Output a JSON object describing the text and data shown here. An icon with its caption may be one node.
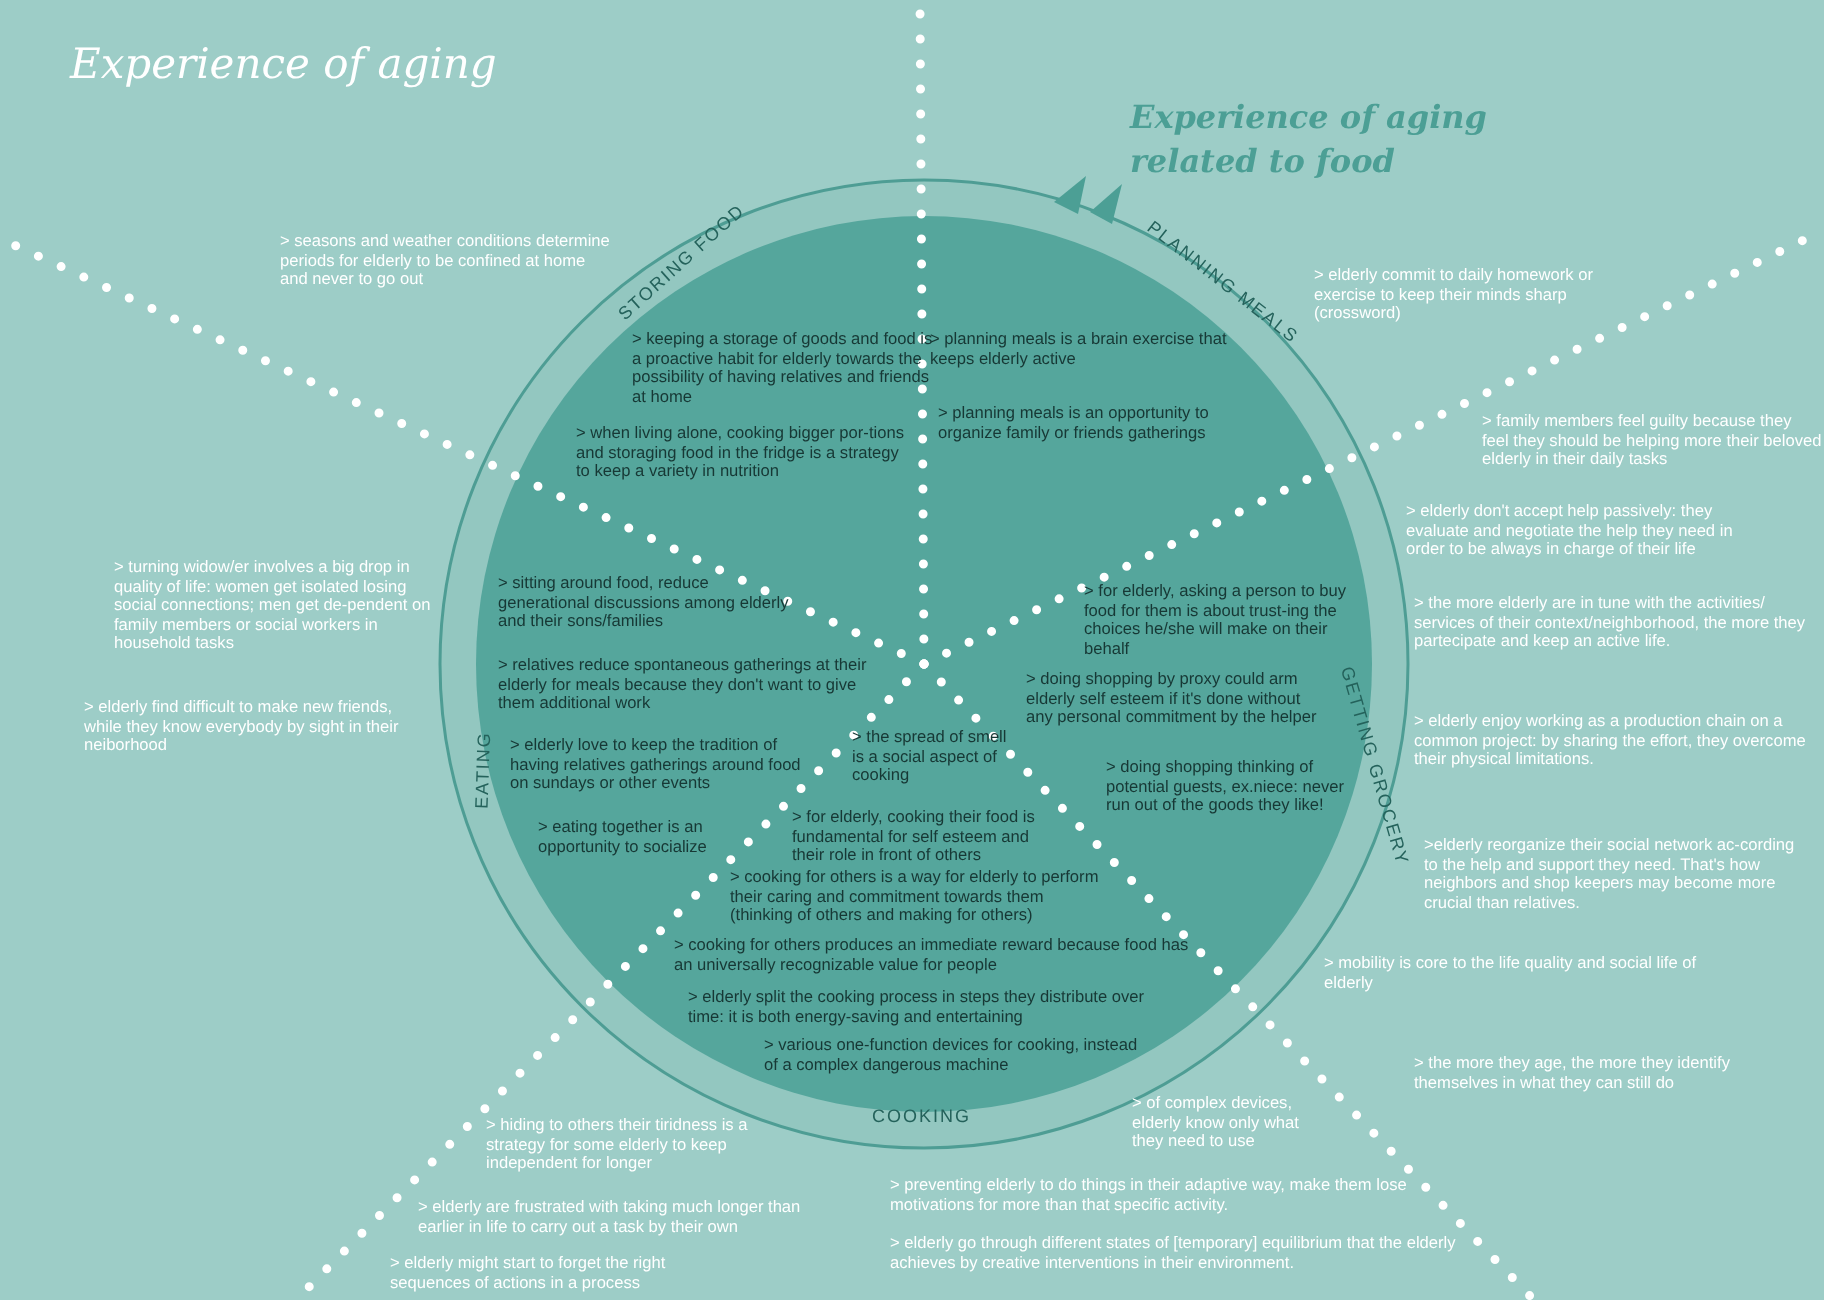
{
  "diagram": {
    "title": "Experience of aging",
    "labels": [
      "Experience of aging related to food",
      "STORING FOOD",
      "PLANNING MEALS",
      "GETTING GROCERY",
      "COOKING",
      "EATING",
      "> seasons and weather conditions determine periods for elderly to be confined at home and never to go out",
      "> turning widow/er involves a big drop in quality of life: women get isolated losing social connections; men get de-pendent on family members or social workers in household tasks",
      "> elderly find difficult to make new friends, while they know everybody by sight in their neiborhood",
      "> hiding to others their tiridness is a strategy for some elderly to keep independent for longer",
      "> elderly are frustrated with taking much longer than earlier in life to carry out a task by their own",
      "> elderly might start to forget the right sequences of actions in a process",
      "> elderly commit to daily homework or exercise to keep their minds sharp (crossword)",
      "> family members feel guilty because they feel they should be helping more their beloved elderly in their daily tasks",
      "> elderly don't accept help passively: they evaluate and negotiate the help they need in order to be always in charge of their life",
      "> the more elderly are in tune with the activities/ services of their context/neighborhood, the more they partecipate and keep an active life.",
      "> elderly enjoy working as a production chain on a common project: by sharing the effort, they overcome their physical limitations.",
      ">elderly reorganize their social network ac-cording to the help and support they need. That's how neighbors and shop keepers may become more crucial than relatives.",
      "> mobility is core to the life quality and social life of elderly",
      "> the more they age, the more they identify themselves in what they can still do",
      "> of complex devices, elderly know only what they need to use",
      "> preventing elderly to do things in their adaptive way, make them lose motivations for more than that specific activity.",
      "> elderly go through different states of [temporary] equilibrium that the elderly achieves by creative interventions in their environment.",
      "> keeping a storage of goods and food is a proactive habit for elderly towards the possibility of having relatives and friends at home",
      "> when living alone, cooking bigger por-tions and storaging food in the fridge is a strategy to keep a variety in nutrition",
      "> planning meals is a brain exercise that keeps elderly active",
      "> planning meals is an opportunity to organize family or friends gatherings",
      "> sitting around food, reduce generational discussions among elderly and their sons/families",
      "> relatives reduce spontaneous gatherings at their elderly for meals because they don't want to give them additional work",
      "> elderly love to keep the tradition of having relatives gatherings around food on sundays or other events",
      "> eating together is an opportunity to socialize",
      "> the spread of smell is a social aspect of cooking",
      "> for elderly, cooking their food is fundamental for self esteem and their role in front of others",
      "> cooking for others is a way for elderly to perform their caring and commitment towards them (thinking of others and making for others)",
      "> cooking for others produces an immediate reward because food has an universally recognizable value for people",
      "> elderly split the cooking process in steps they distribute over time: it is both energy-saving and entertaining",
      "> various one-function devices for cooking, instead of a complex dangerous machine",
      "> for elderly, asking a person to buy food for them is about trust-ing the choices he/she will make on their behalf",
      "> doing shopping by proxy could arm elderly self esteem if it's done without any personal commitment by the helper",
      "> doing shopping thinking of potential guests, ex.niece: never run out of the goods they like!"
    ]
  }
}
